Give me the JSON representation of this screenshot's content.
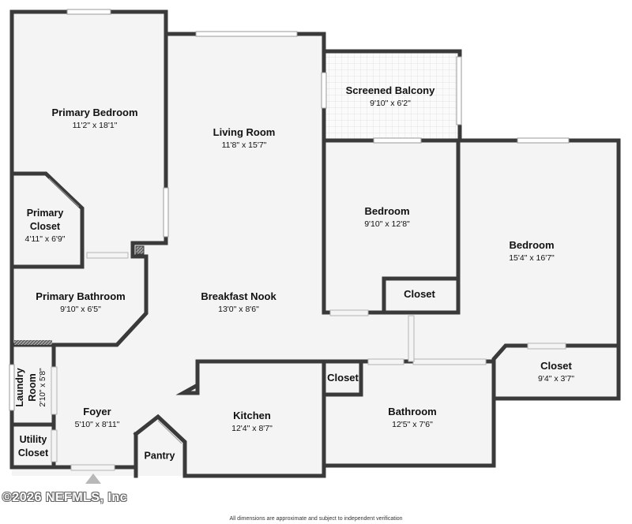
{
  "rooms": {
    "primary_bedroom": {
      "name": "Primary Bedroom",
      "dims": "11'2\" x 18'1\""
    },
    "living_room": {
      "name": "Living Room",
      "dims": "11'8\" x 15'7\""
    },
    "screened_balcony": {
      "name": "Screened Balcony",
      "dims": "9'10\" x 6'2\""
    },
    "primary_closet": {
      "name_line1": "Primary",
      "name_line2": "Closet",
      "dims": "4'11\" x 6'9\""
    },
    "bedroom_1": {
      "name": "Bedroom",
      "dims": "9'10\" x 12'8\""
    },
    "bedroom_2": {
      "name": "Bedroom",
      "dims": "15'4\" x 16'7\""
    },
    "closet_bedroom": {
      "name": "Closet"
    },
    "primary_bathroom": {
      "name": "Primary Bathroom",
      "dims": "9'10\" x 6'5\""
    },
    "breakfast_nook": {
      "name": "Breakfast Nook",
      "dims": "13'0\" x 8'6\""
    },
    "closet_hall": {
      "name": "Closet"
    },
    "closet_right": {
      "name": "Closet",
      "dims": "9'4\" x 3'7\""
    },
    "laundry_room": {
      "name_line1": "Laundry",
      "name_line2": "Room",
      "dims": "2'10\" x 5'8\""
    },
    "foyer": {
      "name": "Foyer",
      "dims": "5'10\" x 8'11\""
    },
    "kitchen": {
      "name": "Kitchen",
      "dims": "12'4\" x 8'7\""
    },
    "bathroom": {
      "name": "Bathroom",
      "dims": "12'5\" x 7'6\""
    },
    "utility_closet": {
      "name_line1": "Utility",
      "name_line2": "Closet"
    },
    "pantry": {
      "name": "Pantry"
    }
  },
  "watermark": "©2026 NEFMLS, Inc",
  "disclaimer": "All dimensions are approximate and subject to independent verification",
  "colors": {
    "wall": "#3a3a3a",
    "floor": "#f4f4f4",
    "window": "#cfcfcf"
  }
}
